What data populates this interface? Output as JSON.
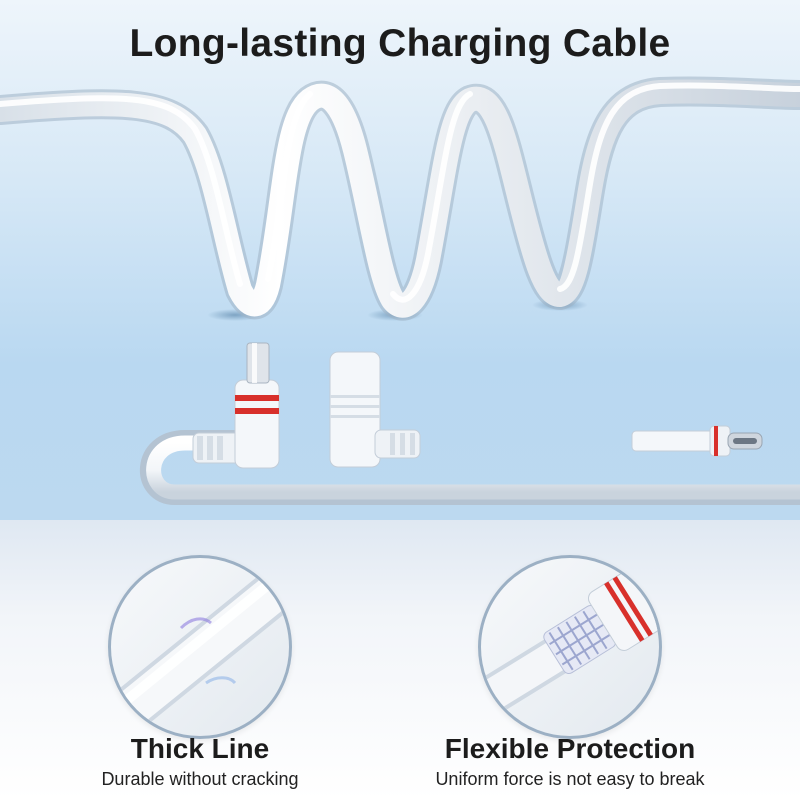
{
  "header": {
    "title": "Long-lasting Charging Cable"
  },
  "features": [
    {
      "title": "Thick Line",
      "subtitle": "Durable without cracking",
      "icon": "thick-cable-closeup"
    },
    {
      "title": "Flexible Protection",
      "subtitle": "Uniform force is not easy to break",
      "icon": "flex-protector-closeup"
    }
  ],
  "colors": {
    "cable": "#ffffff",
    "accent_ring": "#d8302b",
    "background_top": "#bcd9f0",
    "title_text": "#1c1c1c"
  }
}
